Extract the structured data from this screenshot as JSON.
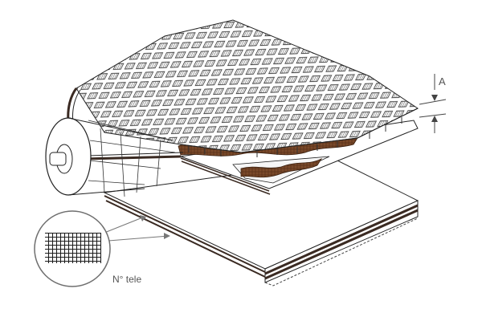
{
  "labels": {
    "dimension": "A",
    "inset": "N° tele"
  },
  "colors": {
    "stroke": "#222222",
    "ply_fabric": "#7a4a2a",
    "ply_band": "#3a2a22",
    "inset_circle": "#6f6f6f",
    "background": "#ffffff"
  },
  "icons": {
    "roller": "cylinder-roller",
    "inset": "magnifier-circle"
  }
}
